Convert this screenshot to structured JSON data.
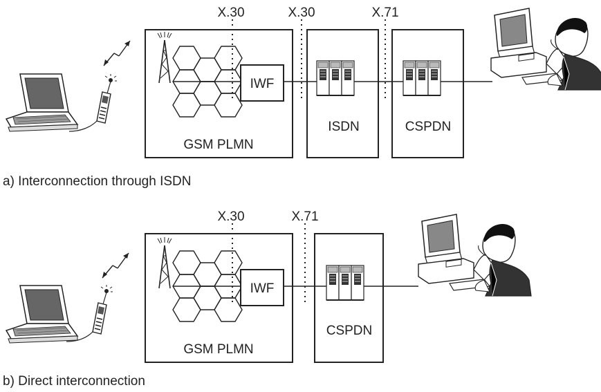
{
  "diagram_a": {
    "interfaces": [
      "X.30",
      "X.30",
      "X.71"
    ],
    "plmn_label": "GSM PLMN",
    "iwf_label": "IWF",
    "isdn_label": "ISDN",
    "cspdn_label": "CSPDN",
    "caption": "a) Interconnection through ISDN"
  },
  "diagram_b": {
    "interfaces": [
      "X.30",
      "X.71"
    ],
    "plmn_label": "GSM PLMN",
    "iwf_label": "IWF",
    "cspdn_label": "CSPDN",
    "caption": "b) Direct interconnection"
  },
  "colors": {
    "stroke": "#222222",
    "screen": "#555555",
    "screen_light": "#888888",
    "hair": "#111111"
  },
  "icons": [
    "laptop-icon",
    "mobile-phone-icon",
    "radio-link-icon",
    "antenna-tower-icon",
    "cell-grid-icon",
    "exchange-rack-icon",
    "workstation-user-icon"
  ]
}
